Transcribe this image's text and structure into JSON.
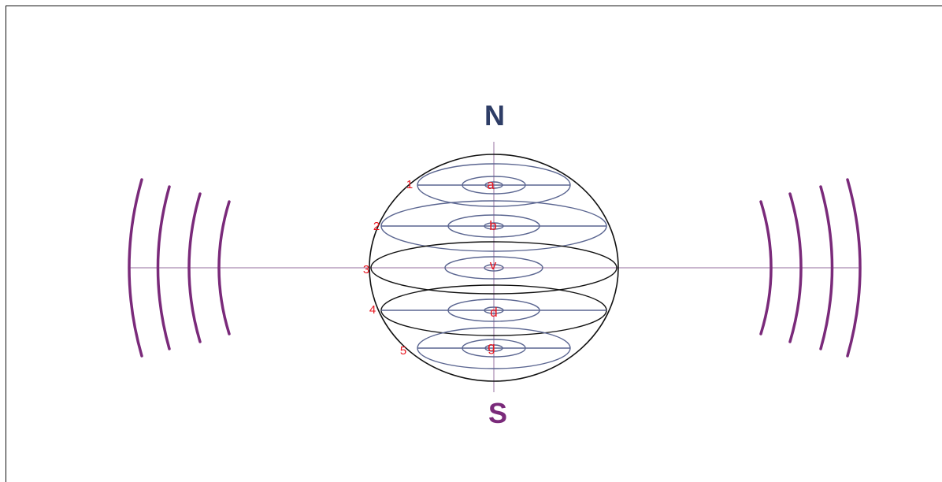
{
  "poles": {
    "north": "N",
    "south": "S"
  },
  "bands": [
    {
      "number": "1",
      "letter": "a"
    },
    {
      "number": "2",
      "letter": "b"
    },
    {
      "number": "3",
      "letter": "v"
    },
    {
      "number": "4",
      "letter": "d"
    },
    {
      "number": "5",
      "letter": "g"
    }
  ],
  "colors": {
    "north": "#2e3d66",
    "south": "#7a2a7a",
    "wave": "#7a2a7a",
    "axis": "#a98ab0",
    "band": "#5a6590",
    "sphere": "#111111",
    "labels": "#e8141e"
  }
}
